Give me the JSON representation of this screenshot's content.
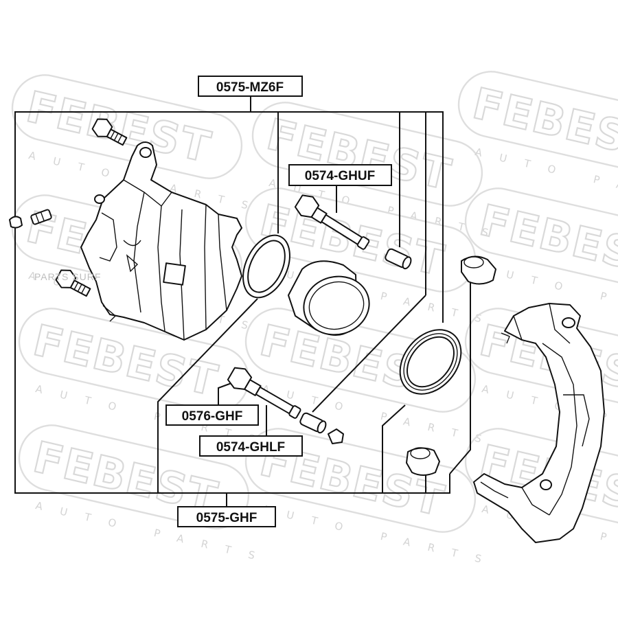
{
  "watermark": {
    "brand": "FEBEST",
    "tagline": "AUTO PARTS"
  },
  "source_overlay": "PARTS SURF",
  "labels": {
    "kit_mz6f": "0575-MZ6F",
    "kit_ghf": "0575-GHF",
    "pin_upper": "0574-GHUF",
    "pin_guide": "0576-GHF",
    "pin_lower": "0574-GHLF"
  }
}
